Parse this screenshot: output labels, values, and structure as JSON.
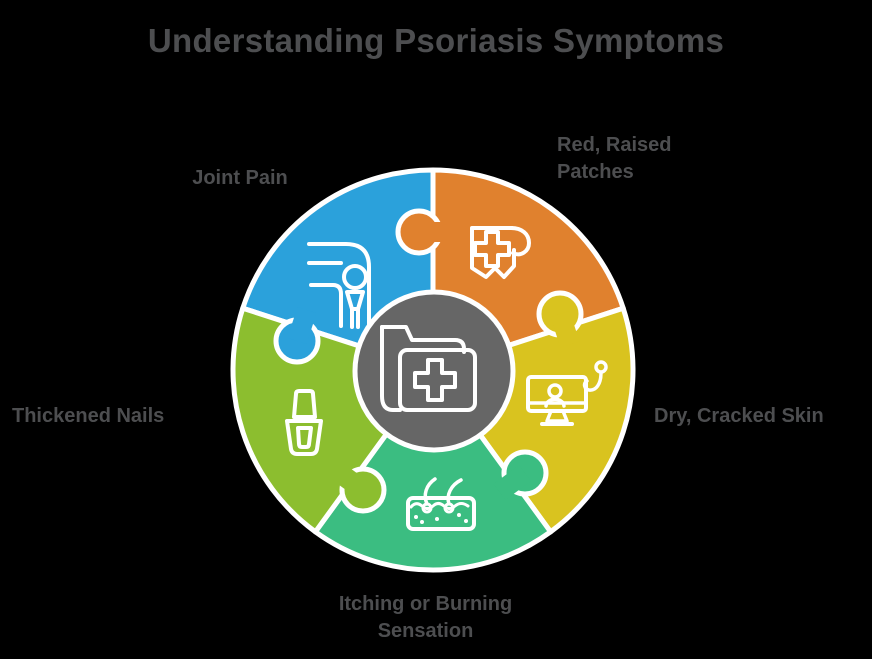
{
  "title": "Understanding Psoriasis Symptoms",
  "background_color": "#000000",
  "text_color": "#4D4E50",
  "wheel": {
    "center_color": "#666666",
    "center_icon": "medical-folder-icon",
    "ring_color": "#FFFFFF",
    "segments": [
      {
        "label": "Joint Pain",
        "color": "#2BA1DB",
        "icon": "joint-bone-icon",
        "position": "top-left"
      },
      {
        "label": "Red, Raised Patches",
        "color": "#E0812E",
        "icon": "medical-scroll-icon",
        "position": "top-right"
      },
      {
        "label": "Dry, Cracked Skin",
        "color": "#D9C31F",
        "icon": "telehealth-monitor-icon",
        "position": "right"
      },
      {
        "label": "Itching or Burning Sensation",
        "color": "#3BBD81",
        "icon": "skin-hair-icon",
        "position": "bottom"
      },
      {
        "label": "Thickened Nails",
        "color": "#8CBE2F",
        "icon": "nail-polish-icon",
        "position": "left"
      }
    ]
  }
}
